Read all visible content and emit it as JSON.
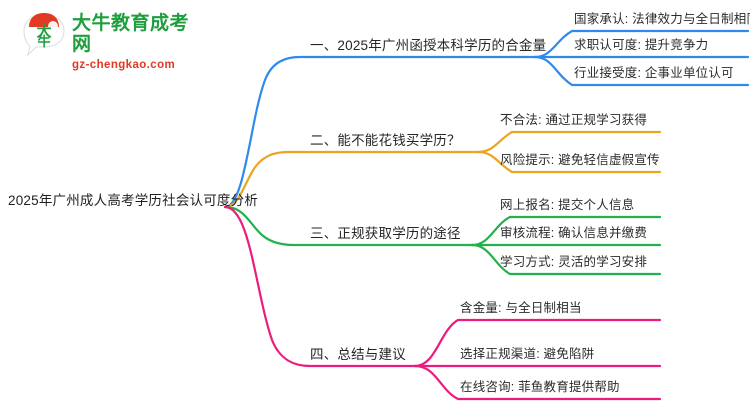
{
  "logo": {
    "name": "大牛教育成考网",
    "domain": "gz-chengkao.com",
    "mark_text": "大牛",
    "brand_green": "#1f9e3e",
    "brand_red": "#e03a24"
  },
  "mindmap": {
    "root": {
      "label": "2025年广州成人高考学历社会认可度分析"
    },
    "branches": [
      {
        "label": "一、2025年广州函授本科学历的合金量",
        "color": "#2e8bed",
        "children": [
          {
            "label": "国家承认: 法律效力与全日制相同"
          },
          {
            "label": "求职认可度: 提升竞争力"
          },
          {
            "label": "行业接受度: 企事业单位认可"
          }
        ]
      },
      {
        "label": "二、能不能花钱买学历？",
        "color": "#eba420",
        "children": [
          {
            "label": "不合法: 通过正规学习获得"
          },
          {
            "label": "风险提示: 避免轻信虚假宣传"
          }
        ]
      },
      {
        "label": "三、正规获取学历的途径",
        "color": "#22b14c",
        "children": [
          {
            "label": "网上报名: 提交个人信息"
          },
          {
            "label": "审核流程: 确认信息并缴费"
          },
          {
            "label": "学习方式: 灵活的学习安排"
          }
        ]
      },
      {
        "label": "四、总结与建议",
        "color": "#ec1islands",
        "children": [
          {
            "label": "含金量: 与全日制相当"
          },
          {
            "label": "选择正规渠道: 避免陷阱"
          },
          {
            "label": "在线咨询: 菲鱼教育提供帮助"
          }
        ]
      }
    ]
  }
}
